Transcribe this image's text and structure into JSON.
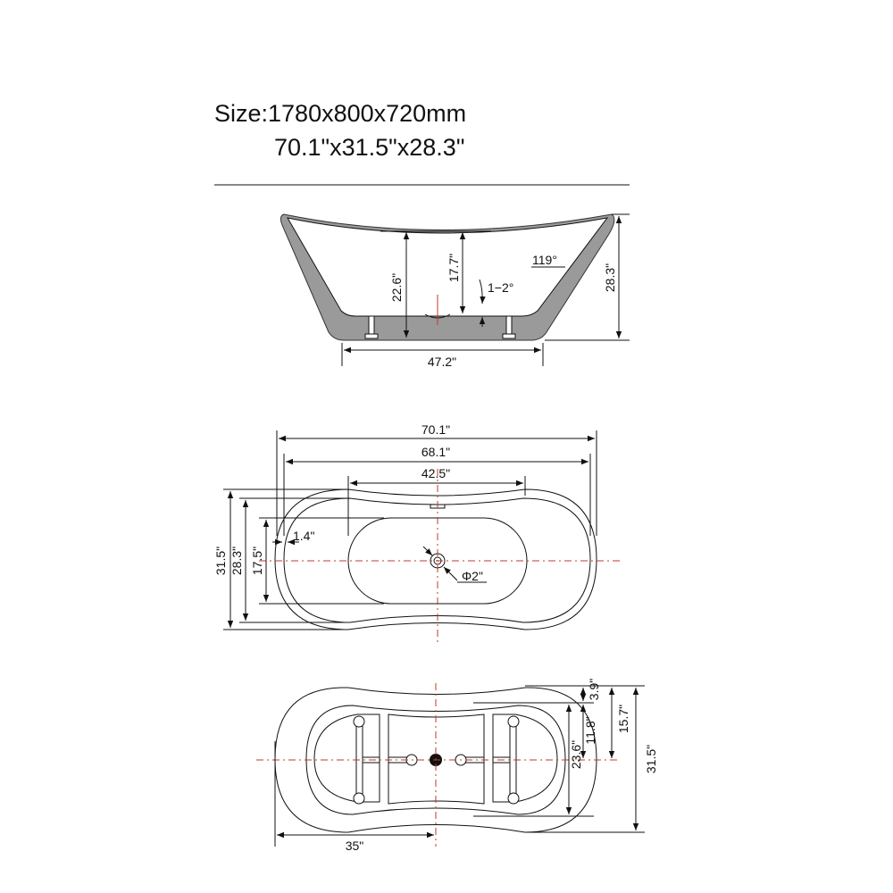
{
  "header": {
    "size_mm": "Size:1780x800x720mm",
    "size_in": "70.1\"x31.5\"x28.3\""
  },
  "side_view": {
    "depth_outer": "22.6\"",
    "depth_inner": "17.7\"",
    "height": "28.3\"",
    "base_width": "47.2\"",
    "angle": "119°",
    "slope": "1−2°"
  },
  "top_view": {
    "length": "70.1\"",
    "inner_length": "68.1\"",
    "basin_length": "42.5\"",
    "width": "31.5\"",
    "inner_width": "28.3\"",
    "basin_width": "17.5\"",
    "rim": "1.4\"",
    "drain": "Φ2\""
  },
  "bottom_view": {
    "half_length": "35\"",
    "width": "31.5\"",
    "base_width": "23.6\"",
    "half_width": "15.7\"",
    "offset": "3.9\"",
    "half_base": "11.8\""
  }
}
